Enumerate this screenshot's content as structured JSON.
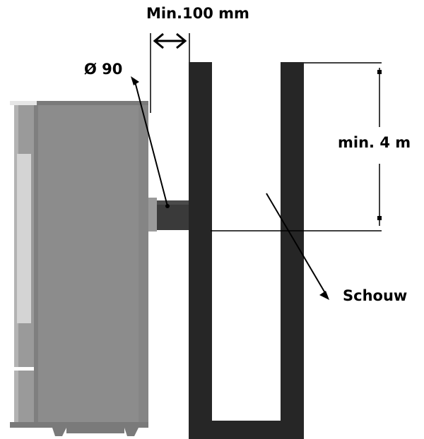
{
  "labels": {
    "wall_clearance": "Min.100 mm",
    "pipe_diameter": "Ø 90",
    "chimney_height": "min. 4 m",
    "chimney": "Schouw"
  },
  "colors": {
    "stove_body": "#8c8c8c",
    "stove_side": "#9a9a9a",
    "stove_glass": "#d4d4d4",
    "flue_pipe": "#3a3a3a",
    "chimney_wall": "#262626",
    "line": "#000000",
    "background": "#ffffff"
  }
}
